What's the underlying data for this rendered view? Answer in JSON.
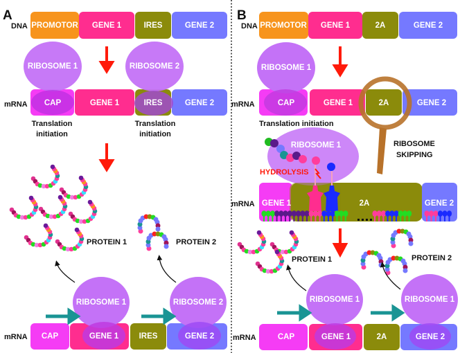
{
  "colors": {
    "promotor": "#f7941d",
    "gene1": "#ff2d8f",
    "ires": "#8b8b0b",
    "gene2": "#7579ff",
    "cap": "#f53cf5",
    "ribosome": "#c472f7",
    "arrow_red": "#ff1a0a",
    "arrow_teal": "#1a9494",
    "magnifier": "#b8722a"
  },
  "panelA": {
    "letter": "A",
    "dna_label": "DNA",
    "mrna_label": "mRNA",
    "dna": [
      "PROMOTOR",
      "GENE 1",
      "IRES",
      "GENE 2"
    ],
    "mrna": [
      "CAP",
      "GENE 1",
      "IRES",
      "GENE 2"
    ],
    "ribosome1": "RIBOSOME 1",
    "ribosome2": "RIBOSOME 2",
    "init1_line1": "Translation",
    "init1_line2": "initiation",
    "init2_line1": "Translation",
    "init2_line2": "initiation",
    "protein1": "PROTEIN 1",
    "protein2": "PROTEIN 2",
    "bottom_mrna": [
      "CAP",
      "GENE 1",
      "IRES",
      "GENE 2"
    ],
    "bottom_ribosome1": "RIBOSOME 1",
    "bottom_ribosome2": "RIBOSOME 2"
  },
  "panelB": {
    "letter": "B",
    "dna_label": "DNA",
    "mrna_label": "mRNA",
    "dna": [
      "PROMOTOR",
      "GENE 1",
      "2A",
      "GENE 2"
    ],
    "mrna": [
      "CAP",
      "GENE 1",
      "2A",
      "GENE 2"
    ],
    "ribosome1": "RIBOSOME 1",
    "init": "Translation initiation",
    "skip_ribosome": "RIBOSOME 1",
    "hydrolysis": "HYDROLYSIS",
    "skipping_line1": "RIBOSOME",
    "skipping_line2": "SKIPPING",
    "skip_mrna": [
      "GENE 1",
      "2A",
      "GENE 2"
    ],
    "protein1": "PROTEIN 1",
    "protein2": "PROTEIN 2",
    "bottom_mrna": [
      "CAP",
      "GENE 1",
      "2A",
      "GENE 2"
    ],
    "bottom_ribosome1": "RIBOSOME 1",
    "bottom_ribosome2": "RIBOSOME 1"
  }
}
